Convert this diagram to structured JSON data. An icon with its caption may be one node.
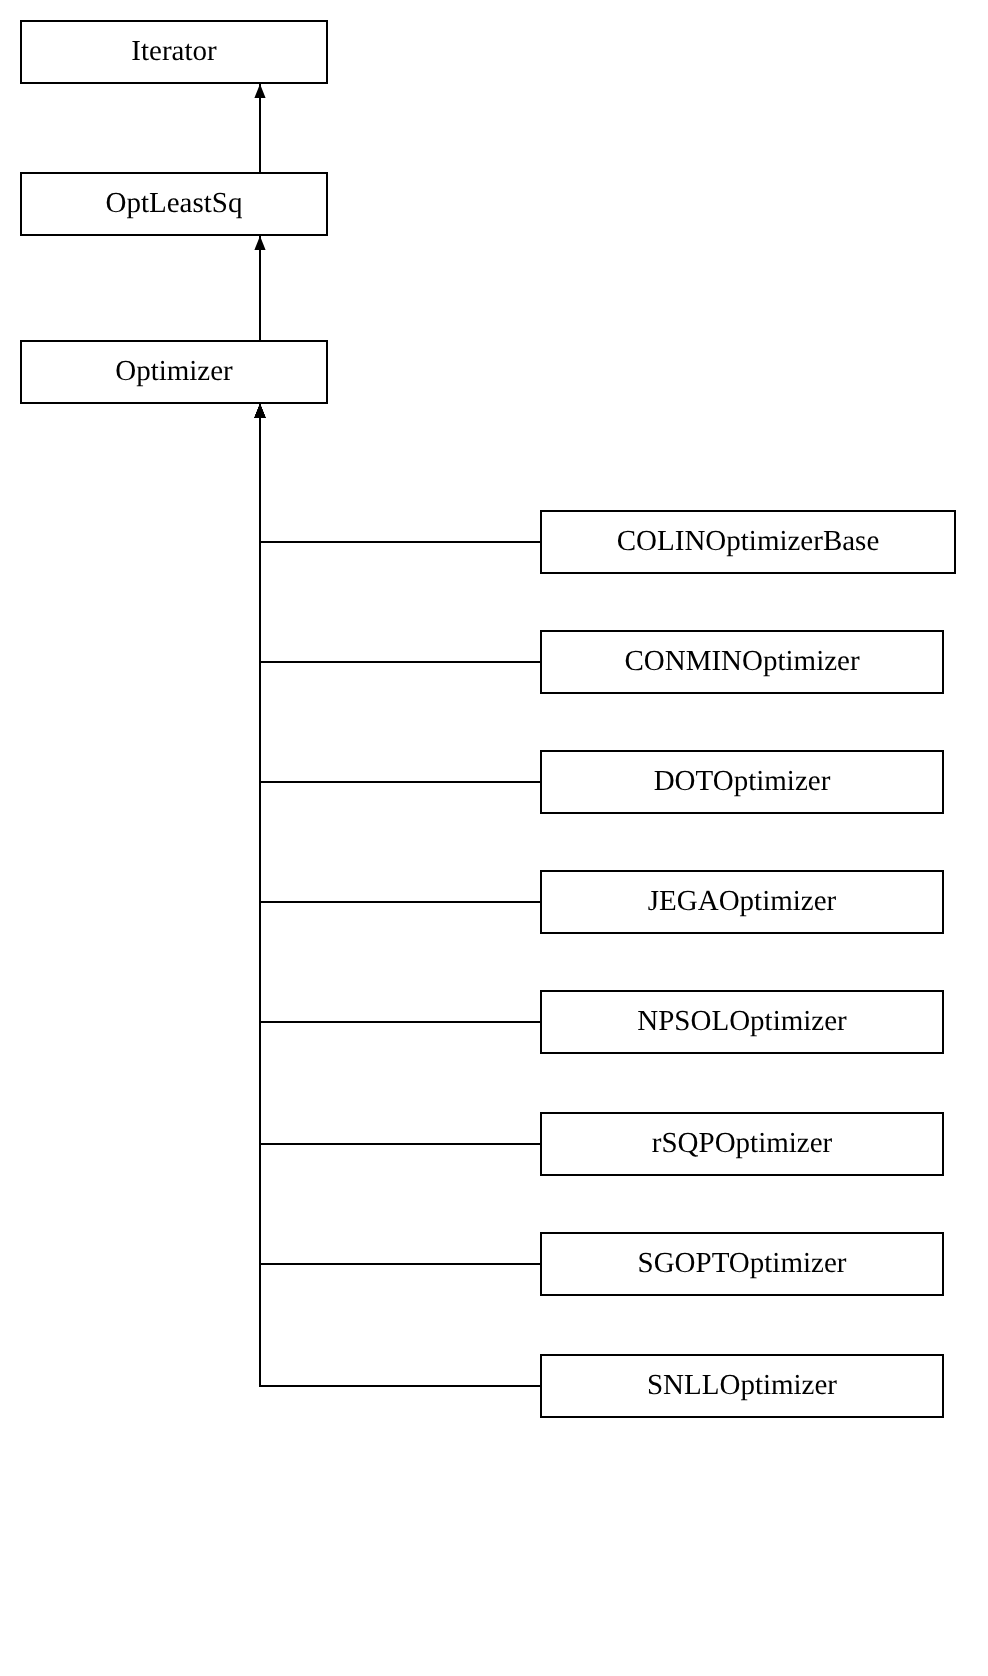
{
  "diagram": {
    "nodes": [
      {
        "text": [
          "Iterator"
        ]
      },
      {
        "text": [
          "OptLeastSq"
        ]
      },
      {
        "text": [
          "Optimizer"
        ]
      },
      {
        "text": [
          "COLINOptimizerBase"
        ]
      },
      {
        "text": [
          "CONMINOptimizer"
        ]
      },
      {
        "text": [
          "DOTOptimizer"
        ]
      },
      {
        "text": [
          "JEGAOptimizer"
        ]
      },
      {
        "text": [
          "NPSOLOptimizer"
        ]
      },
      {
        "text": [
          "rSQPOptimizer"
        ]
      },
      {
        "text": [
          "SGOPTOptimizer"
        ]
      },
      {
        "text": [
          "SNLLOptimizer"
        ]
      }
    ],
    "edges": [
      {
        "from": 1,
        "to": 0,
        "arrow": "to"
      },
      {
        "from": 2,
        "to": 1,
        "arrow": "to"
      },
      {
        "from": 3,
        "to": 2,
        "arrow": "to"
      },
      {
        "from": 4,
        "to": 2,
        "arrow": "to"
      },
      {
        "from": 5,
        "to": 2,
        "arrow": "to"
      },
      {
        "from": 6,
        "to": 2,
        "arrow": "to"
      },
      {
        "from": 7,
        "to": 2,
        "arrow": "to"
      },
      {
        "from": 8,
        "to": 2,
        "arrow": "to"
      },
      {
        "from": 9,
        "to": 2,
        "arrow": "to"
      },
      {
        "from": 10,
        "to": 2,
        "arrow": "to"
      }
    ]
  }
}
